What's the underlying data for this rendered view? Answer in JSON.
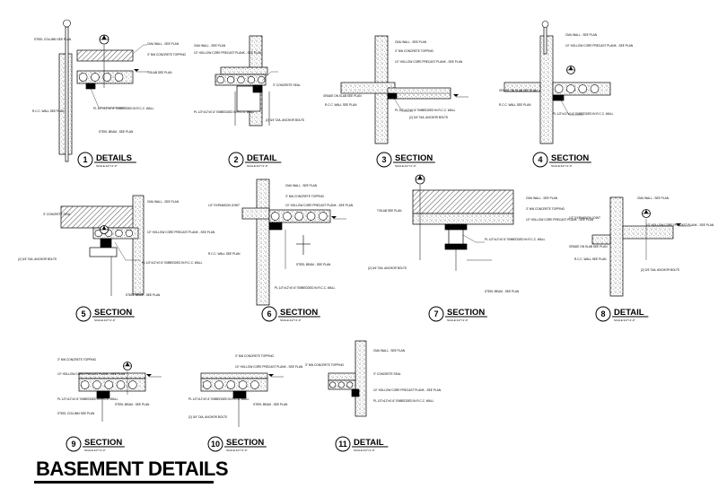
{
  "sheet_title": "BASEMENT DETAILS",
  "colors": {
    "ink": "#000000",
    "paper": "#ffffff",
    "hatch": "#000000"
  },
  "details": [
    {
      "number": "1",
      "title": "DETAILS",
      "scale": "SCALE:1/2\"=1'-0\""
    },
    {
      "number": "2",
      "title": "DETAIL",
      "scale": "SCALE:1/2\"=1'-0\""
    },
    {
      "number": "3",
      "title": "SECTION",
      "scale": "SCALE:1/2\"=1'-0\""
    },
    {
      "number": "4",
      "title": "SECTION",
      "scale": "SCALE:1/2\"=1'-0\""
    },
    {
      "number": "5",
      "title": "SECTION",
      "scale": "SCALE:1/2\"=1'-0\""
    },
    {
      "number": "6",
      "title": "SECTION",
      "scale": "SCALE:1/2\"=1'-0\""
    },
    {
      "number": "7",
      "title": "SECTION",
      "scale": "SCALE:1/2\"=1'-0\""
    },
    {
      "number": "8",
      "title": "DETAIL",
      "scale": "SCALE:1/2\"=1'-0\""
    },
    {
      "number": "9",
      "title": "SECTION",
      "scale": "SCALE:1/2\"=1'-0\""
    },
    {
      "number": "10",
      "title": "SECTION",
      "scale": "SCALE:1/2\"=1'-0\""
    },
    {
      "number": "11",
      "title": "DETAIL",
      "scale": "SCALE:1/2\"=1'-0\""
    }
  ],
  "notes": {
    "steel_column": "STEEL COLUMN SEE PLAN",
    "cmu_wall": "CMU WALL - SEE PLAN",
    "topping": "3\" NW CONCRETE TOPPING",
    "hollow_core": "10\" HOLLOW CORE PRECAST PLANK - SEE PLAN",
    "tos_elev": "T/SLAB SEE PLAN",
    "steel_beam": "STEEL BEAM - SEE PLAN",
    "embed_plate": "PL 1/2\"x12\"x0'-6\" EMBEDDED IN R.C.C. WALL",
    "expansion_joint": "1/2\" EXPANSION JOINT",
    "grade_beam": "GRADE ON SLAB SEE PLAN",
    "rcc_wall": "R.C.C. WALL SEE PLAN",
    "concrete_seal": "3\" CONCRETE SEAL",
    "anchor_bolts": "(2) 3/4\" DIA. ANCHOR BOLTS"
  }
}
